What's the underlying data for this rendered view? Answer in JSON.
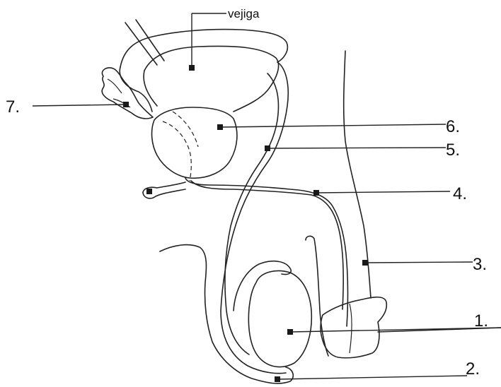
{
  "diagram": {
    "bladder_label": "vejiga",
    "labels": {
      "l1": "1.",
      "l2": "2.",
      "l3": "3.",
      "l4": "4.",
      "l5": "5.",
      "l6": "6.",
      "l7": "7."
    }
  }
}
